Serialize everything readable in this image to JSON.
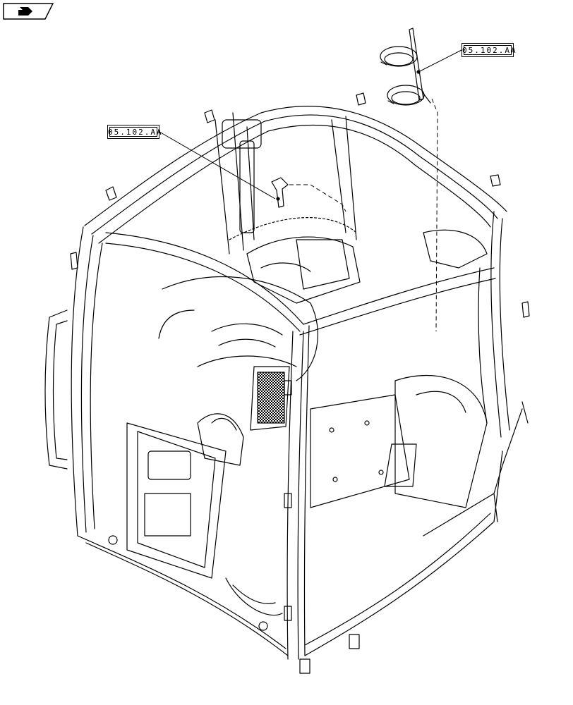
{
  "diagram": {
    "callouts": [
      {
        "id": "left",
        "text": "05.102.AA"
      },
      {
        "id": "right",
        "text": "05.102.AA"
      }
    ],
    "nav_icon": "page-arrow-icon",
    "colors": {
      "line": "#000000",
      "background": "#ffffff"
    }
  }
}
